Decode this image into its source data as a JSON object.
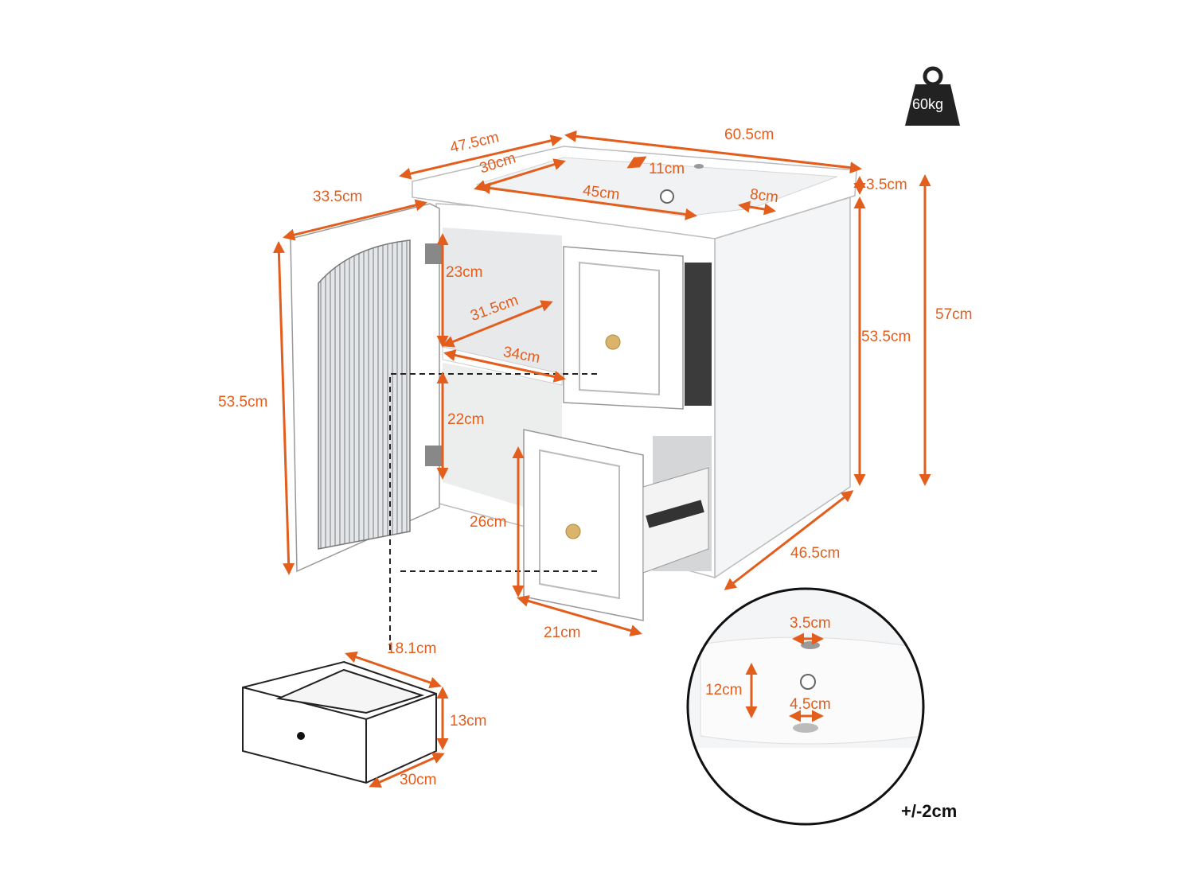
{
  "colors": {
    "dimension": "#e35d1c",
    "outline": "#555555",
    "cabinet": "#ffffff",
    "icon": "#222222",
    "knob": "#d9b46a"
  },
  "weight": {
    "label": "60kg",
    "icon": "weight-icon"
  },
  "tolerance": "+/-2cm",
  "dimensions": {
    "top_depth": "47.5cm",
    "top_width": "60.5cm",
    "basin_depth": "30cm",
    "tap_offset": "11cm",
    "basin_width": "45cm",
    "overflow_offset": "8cm",
    "top_thickness": "3.5cm",
    "total_height": "57cm",
    "cabinet_height": "53.5cm",
    "door_width": "33.5cm",
    "door_height": "53.5cm",
    "upper_space": "23cm",
    "shelf_depth": "31.5cm",
    "shelf_width": "34cm",
    "lower_space": "22cm",
    "drawer_front_height": "26cm",
    "drawer_front_width": "21cm",
    "cabinet_depth": "46.5cm",
    "inner_drawer_depth": "18.1cm",
    "inner_drawer_height": "13cm",
    "inner_drawer_width": "30cm",
    "tap_hole": "3.5cm",
    "basin_bowl_depth": "12cm",
    "drain_hole": "4.5cm"
  }
}
